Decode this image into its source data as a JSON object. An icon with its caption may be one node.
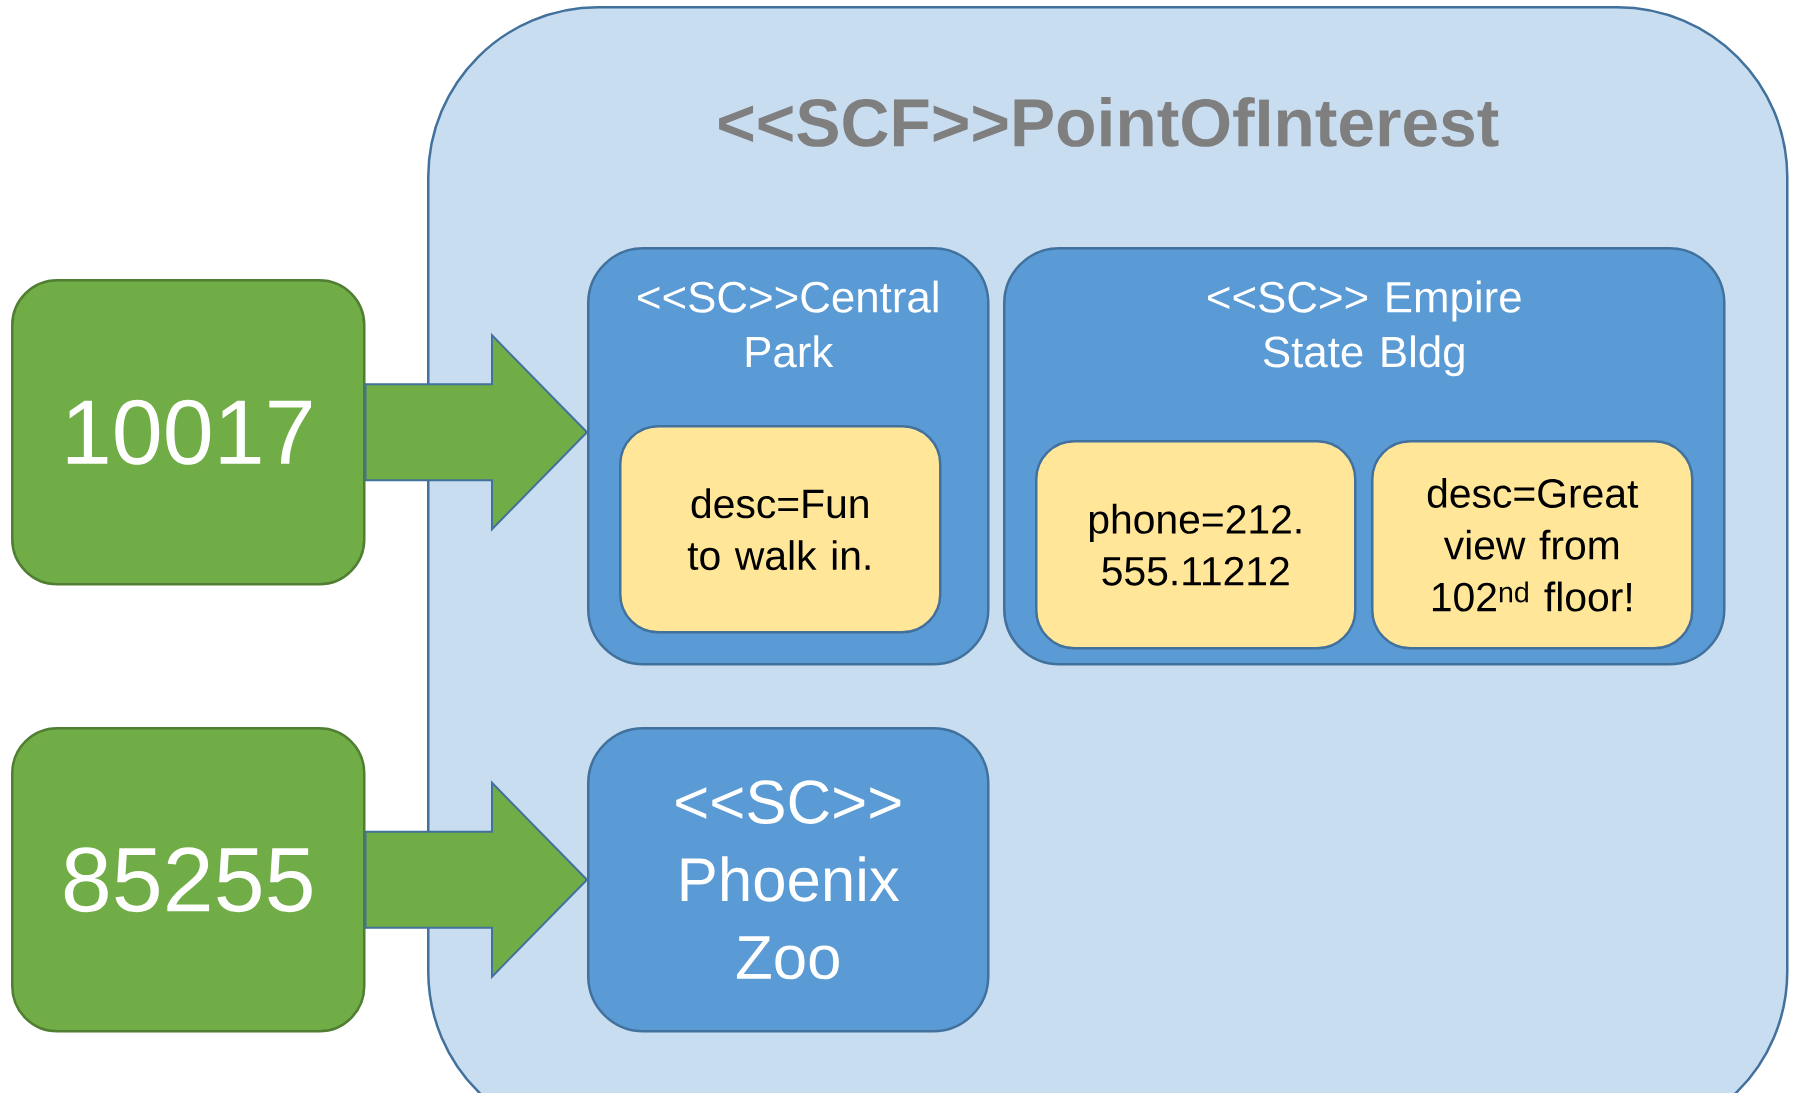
{
  "diagram": {
    "nodes": [
      {
        "text": [
          "<<SCF>>PointOfInterest"
        ]
      },
      {
        "text": [
          "<<SC>>Central Park"
        ],
        "in": 0
      },
      {
        "text": [
          "desc=Fun to walk in."
        ],
        "in": 1
      },
      {
        "text": [
          "<<SC>> Empire State Bldg"
        ],
        "in": 0
      },
      {
        "text": [
          "phone=212. 555.11212"
        ],
        "in": 3
      },
      {
        "text": [
          "desc=Great view from 102$^{nd}$ floor!"
        ],
        "in": 3
      },
      {
        "text": [
          "<<SC>> Phoenix Zoo"
        ],
        "in": 0
      },
      {
        "text": [
          "10017"
        ]
      },
      {
        "text": [
          "85255"
        ]
      }
    ],
    "edges": [
      {
        "from": 7,
        "to": 1,
        "arrow": "to"
      },
      {
        "from": 8,
        "to": 6,
        "arrow": "to"
      }
    ]
  }
}
